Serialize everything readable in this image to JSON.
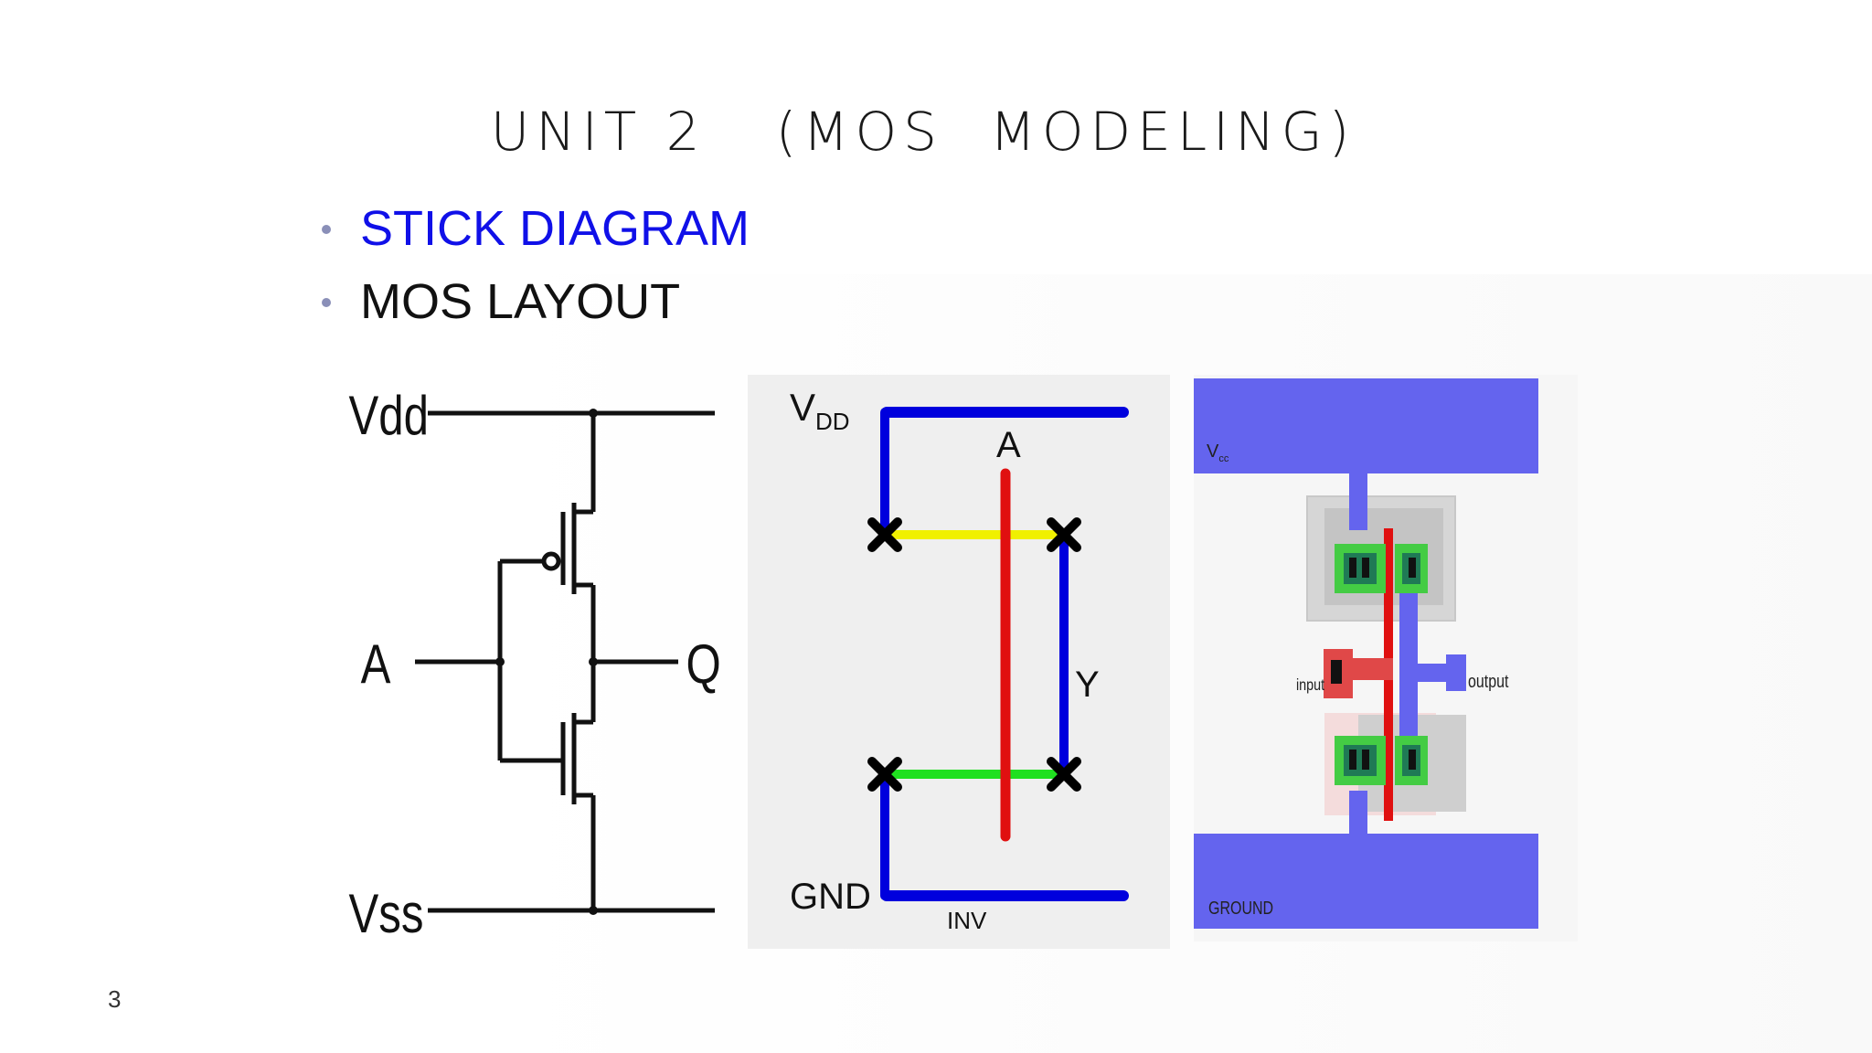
{
  "slide": {
    "title": "UNIT 2   (MOS  MODELING)",
    "bullets": [
      {
        "text": "STICK DIAGRAM",
        "highlight": true
      },
      {
        "text": "MOS LAYOUT",
        "highlight": false
      }
    ],
    "page_number": "3"
  },
  "schematic": {
    "vdd": "Vdd",
    "vss": "Vss",
    "input": "A",
    "output": "Q"
  },
  "stick": {
    "vdd_main": "V",
    "vdd_sub": "DD",
    "gnd": "GND",
    "input": "A",
    "output": "Y",
    "caption": "INV"
  },
  "layout": {
    "vcc_main": "V",
    "vcc_sub": "cc",
    "input": "input",
    "output": "output",
    "ground": "GROUND"
  },
  "colors": {
    "accent": "#1010e8",
    "metal": "#0000dd",
    "poly": "#e01010",
    "pdiff": "#f0f000",
    "ndiff": "#20e020",
    "layout_metal": "#6666f0",
    "contact_green": "#44cc44"
  }
}
